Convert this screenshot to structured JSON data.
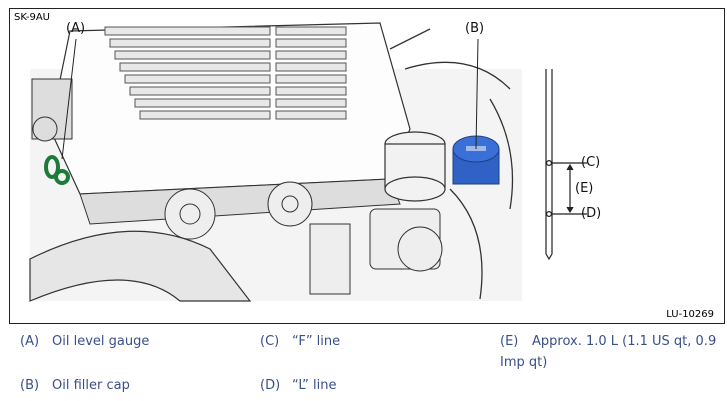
{
  "figure": {
    "code": "SK-9AU",
    "id": "LU-10269",
    "callouts": {
      "a": "(A)",
      "b": "(B)",
      "c": "(C)",
      "d": "(D)",
      "e": "(E)"
    }
  },
  "legend": [
    {
      "key": "(A)",
      "text": "Oil level gauge"
    },
    {
      "key": "(B)",
      "text": "Oil filler cap"
    },
    {
      "key": "(C)",
      "text": "“F” line"
    },
    {
      "key": "(D)",
      "text": "“L” line"
    },
    {
      "key": "(E)",
      "text": "Approx. 1.0 L (1.1 US qt, 0.9 Imp qt)"
    }
  ],
  "colors": {
    "accent": "#2f62c4",
    "line": "#222222",
    "legend_text": "#3a4f8a",
    "gauge_green": "#1e7a3a"
  }
}
